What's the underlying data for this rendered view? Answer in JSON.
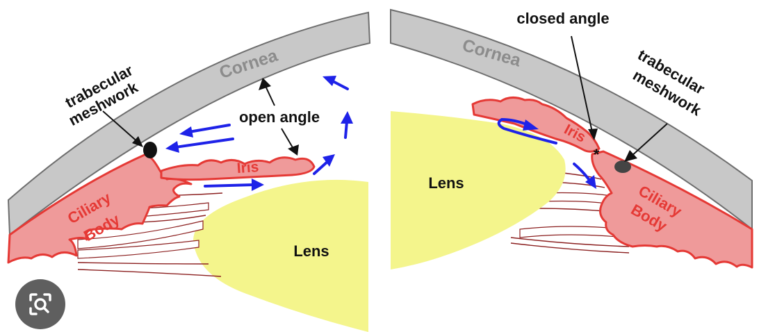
{
  "left": {
    "cornea": "Cornea",
    "trabecular": [
      "trabecular",
      "meshwork"
    ],
    "angle": "open angle",
    "iris": "Iris",
    "ciliary": [
      "Ciliary",
      "Body"
    ],
    "lens": "Lens"
  },
  "right": {
    "angle": "closed angle",
    "cornea": "Cornea",
    "trabecular": [
      "trabecular",
      "meshwork"
    ],
    "iris": "Iris",
    "ciliary": [
      "Ciliary",
      "Body"
    ],
    "lens": "Lens",
    "marker": "*"
  },
  "colors": {
    "cornea": "#c8c8c8",
    "ciliary": "#ef9a9a",
    "iris_outline": "#e53935",
    "lens": "#f4f58c",
    "flow": "#1e22e8"
  },
  "icons": {
    "overlay": "lens-search-icon"
  }
}
